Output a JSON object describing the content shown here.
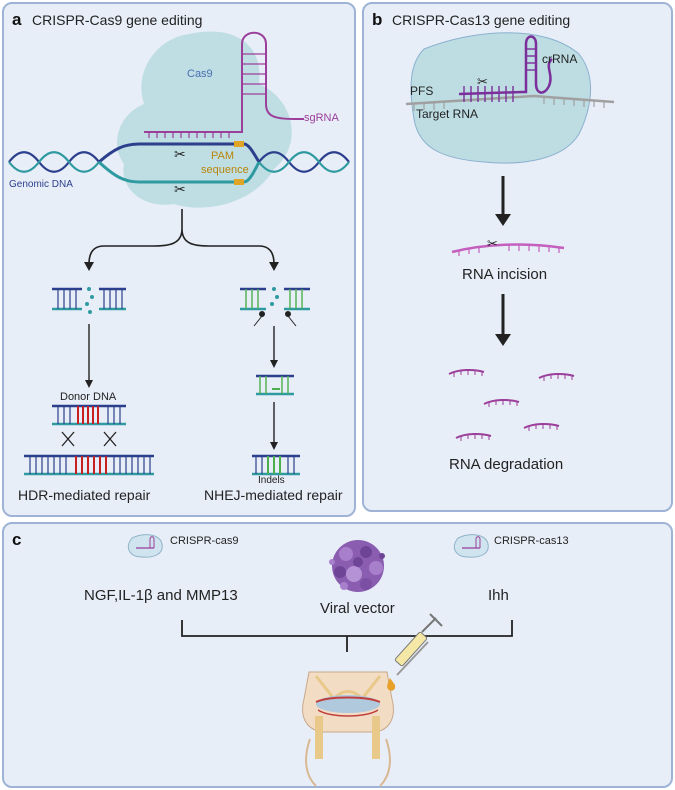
{
  "panel_a": {
    "letter": "a",
    "title": "CRISPR-Cas9 gene editing",
    "labels": {
      "cas9": "Cas9",
      "sgrna": "sgRNA",
      "pam_line1": "PAM",
      "pam_line2": "sequence",
      "genomic_dna": "Genomic DNA",
      "donor_dna": "Donor DNA",
      "indels": "Indels",
      "hdr": "HDR-mediated repair",
      "nhej": "NHEJ-mediated repair"
    }
  },
  "panel_b": {
    "letter": "b",
    "title": "CRISPR-Cas13 gene editing",
    "labels": {
      "crrna": "crRNA",
      "pfs": "PFS",
      "target_rna": "Target RNA",
      "rna_incision": "RNA incision",
      "rna_degradation": "RNA degradation"
    }
  },
  "panel_c": {
    "letter": "c",
    "labels": {
      "crispr_cas9": "CRISPR-cas9",
      "crispr_cas13": "CRISPR-cas13",
      "cas9_targets": "NGF,IL-1β and MMP13",
      "viral_vector": "Viral vector",
      "cas13_target": "Ihh"
    }
  },
  "colors": {
    "panel_bg": "#e8eef8",
    "panel_border": "#9fb3d6",
    "dna_blue": "#2b3f8c",
    "dna_teal": "#2f9aa0",
    "rna_purple": "#9b3f9a",
    "cas9_blob": "#b7dbe0",
    "pam_orange": "#e0a526",
    "virus_purple": "#8a5db0"
  }
}
